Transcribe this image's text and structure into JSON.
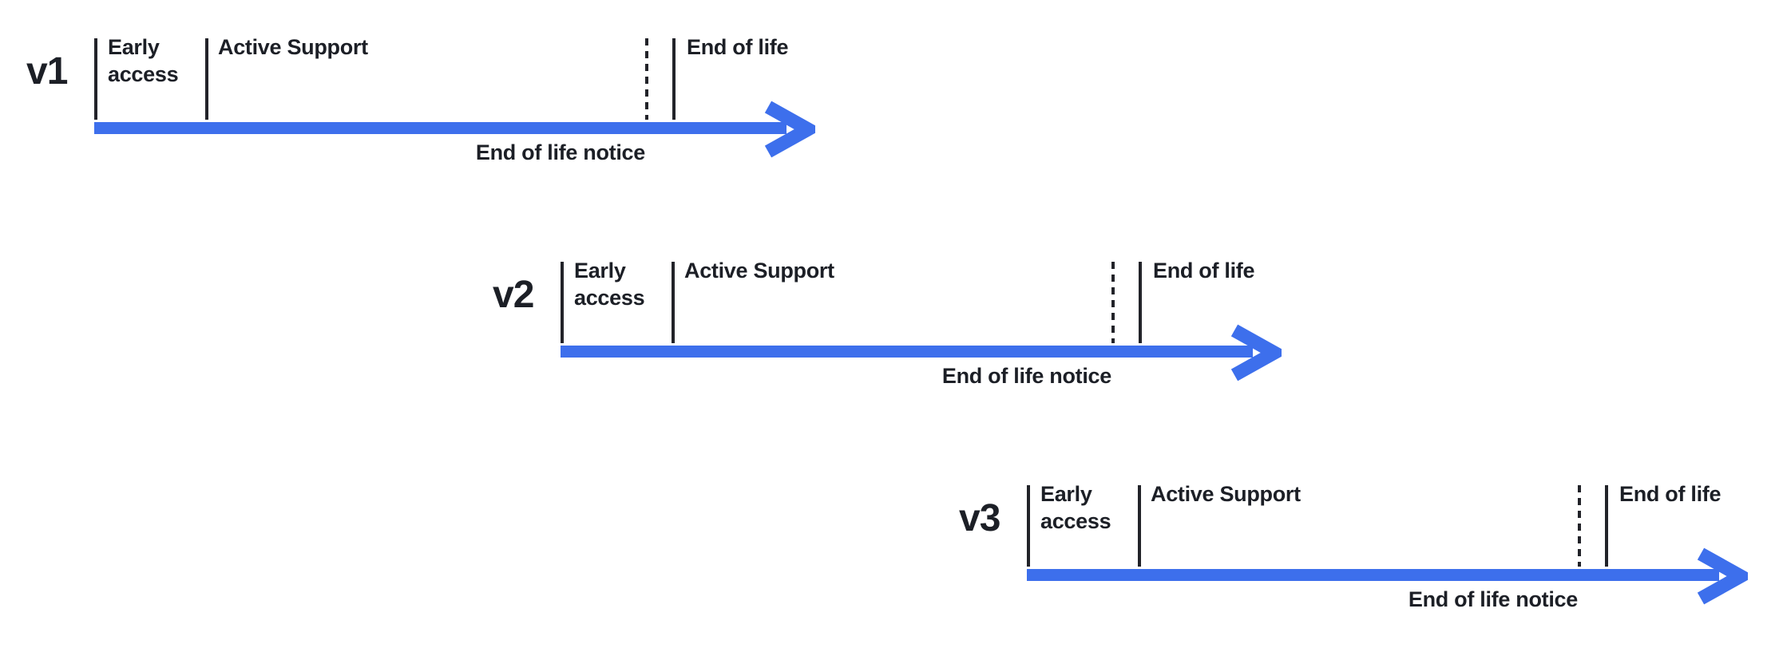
{
  "diagram": {
    "type": "release-lifecycle-timelines",
    "colors": {
      "arrow_blue": "#3D6FEC",
      "tick_line": "#222329",
      "text": "#1C1F26",
      "background": "#FFFFFF"
    },
    "rows": [
      {
        "version": "v1",
        "early_access_label": "Early access",
        "active_support_label": "Active Support",
        "end_of_life_label": "End of life",
        "end_of_life_notice_label": "End of life notice"
      },
      {
        "version": "v2",
        "early_access_label": "Early access",
        "active_support_label": "Active Support",
        "end_of_life_label": "End of life",
        "end_of_life_notice_label": "End of life notice"
      },
      {
        "version": "v3",
        "early_access_label": "Early access",
        "active_support_label": "Active Support",
        "end_of_life_label": "End of life",
        "end_of_life_notice_label": "End of life notice"
      }
    ]
  }
}
